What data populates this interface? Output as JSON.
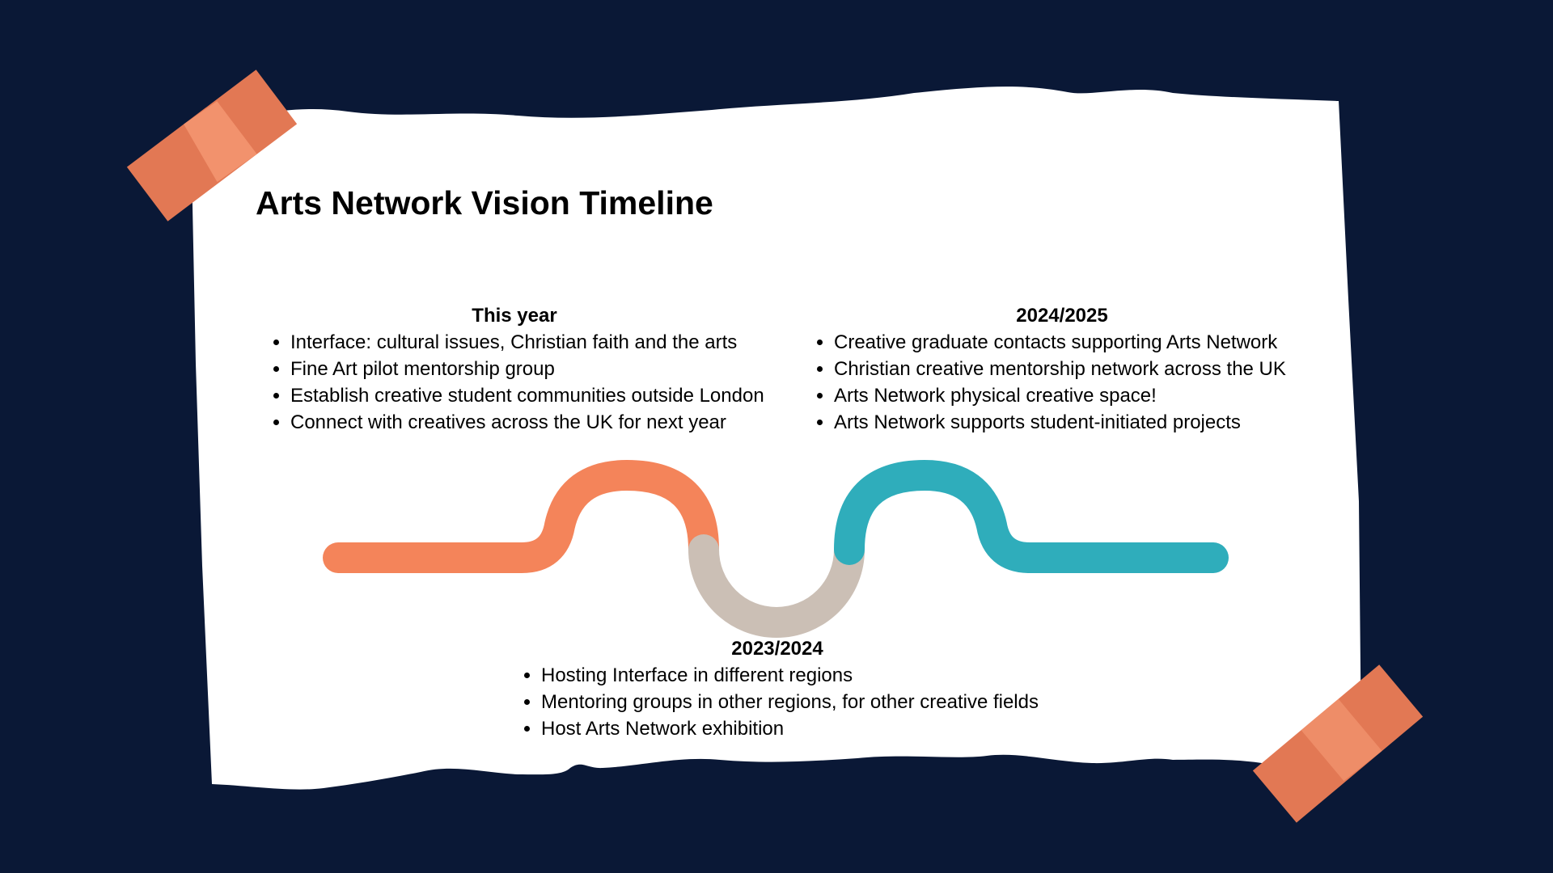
{
  "title": "Arts Network Vision Timeline",
  "phases": [
    {
      "heading": "This year",
      "color": "#f4845a",
      "items": [
        "Interface: cultural issues, Christian faith and the arts",
        "Fine Art pilot mentorship group",
        "Establish creative student communities outside London",
        "Connect with creatives across the UK for next year"
      ]
    },
    {
      "heading": "2023/2024",
      "color": "#cbbfb5",
      "items": [
        "Hosting Interface in different regions",
        "Mentoring groups in other regions, for other creative fields",
        "Host Arts Network exhibition"
      ]
    },
    {
      "heading": "2024/2025",
      "color": "#2fadbb",
      "items": [
        "Creative graduate contacts supporting Arts Network",
        "Christian creative mentorship network across the UK",
        "Arts Network physical creative space!",
        "Arts Network supports student-initiated projects"
      ]
    }
  ],
  "colors": {
    "background": "#0a1836",
    "paper": "#ffffff",
    "tape": "#e27854",
    "tape_highlight": "#f79b76"
  }
}
